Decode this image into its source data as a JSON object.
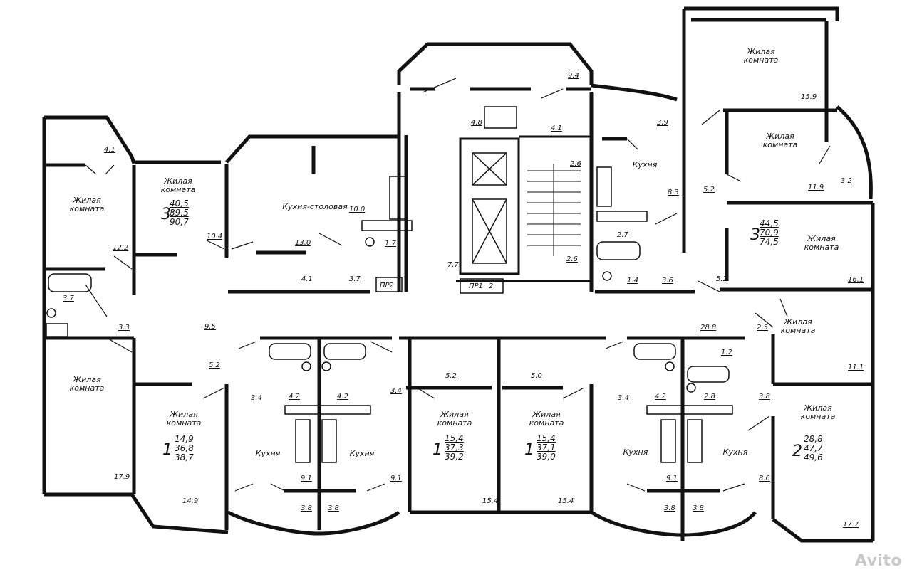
{
  "room_labels": {
    "living": "Жилая комната",
    "kitchen": "Кухня",
    "kitchen_dining": "Кухня-столовая"
  },
  "apartments": [
    {
      "rooms": "3",
      "living_area": "40,5",
      "total_no_balcony": "89,5",
      "total": "90,7"
    },
    {
      "rooms": "3",
      "living_area": "44,5",
      "total_no_balcony": "70,9",
      "total": "74,5"
    },
    {
      "rooms": "1",
      "living_area": "14,9",
      "total_no_balcony": "36,8",
      "total": "38,7"
    },
    {
      "rooms": "1",
      "living_area": "15,4",
      "total_no_balcony": "37,3",
      "total": "39,2"
    },
    {
      "rooms": "1",
      "living_area": "15,4",
      "total_no_balcony": "37,1",
      "total": "39,0"
    },
    {
      "rooms": "2",
      "living_area": "28,8",
      "total_no_balcony": "47,7",
      "total": "49,6"
    }
  ],
  "room_areas": [
    "4.1",
    "12.2",
    "3.7",
    "3.3",
    "10.4",
    "13.0",
    "10.0",
    "1.7",
    "3.7",
    "4.1",
    "9.5",
    "9.4",
    "4.8",
    "4.1",
    "2.6",
    "2.6",
    "7.7",
    "2.7",
    "1.4",
    "3.6",
    "3.9",
    "8.3",
    "5.2",
    "5.2",
    "15.9",
    "11.9",
    "3.2",
    "16.1",
    "2.5",
    "28.8",
    "1.2",
    "11.1",
    "17.9",
    "5.2",
    "3.4",
    "4.2",
    "4.2",
    "3.4",
    "5.2",
    "5.0",
    "3.4",
    "4.2",
    "2.8",
    "3.8",
    "9.1",
    "9.1",
    "9.1",
    "8.6",
    "14.9",
    "3.8",
    "3.8",
    "15.4",
    "15.4",
    "3.8",
    "3.8",
    "17.7"
  ],
  "tags": {
    "pr1": "ПР1",
    "pr1_num": "2",
    "pr2": "ПР2"
  },
  "watermark": "Avito"
}
